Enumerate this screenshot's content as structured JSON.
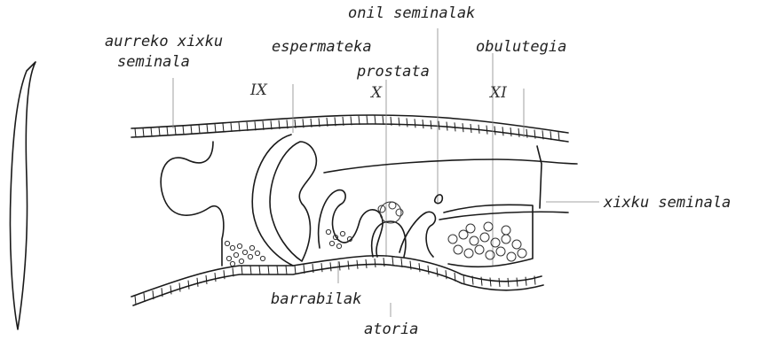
{
  "labels": {
    "anterior_seminal_vesicle_line1": "aurreko xixku",
    "anterior_seminal_vesicle_line2": "seminala",
    "spermatheca": "espermateka",
    "seminal_funnels": "onil seminalak",
    "prostate": "prostata",
    "ovisac": "obulutegia",
    "seminal_vesicle": "xixku seminala",
    "penial_setae": "barrabilak",
    "atrium": "atoria"
  },
  "segments": [
    "IX",
    "X",
    "XI"
  ],
  "colors": {
    "ink": "#1a1a1a",
    "background": "#ffffff"
  }
}
